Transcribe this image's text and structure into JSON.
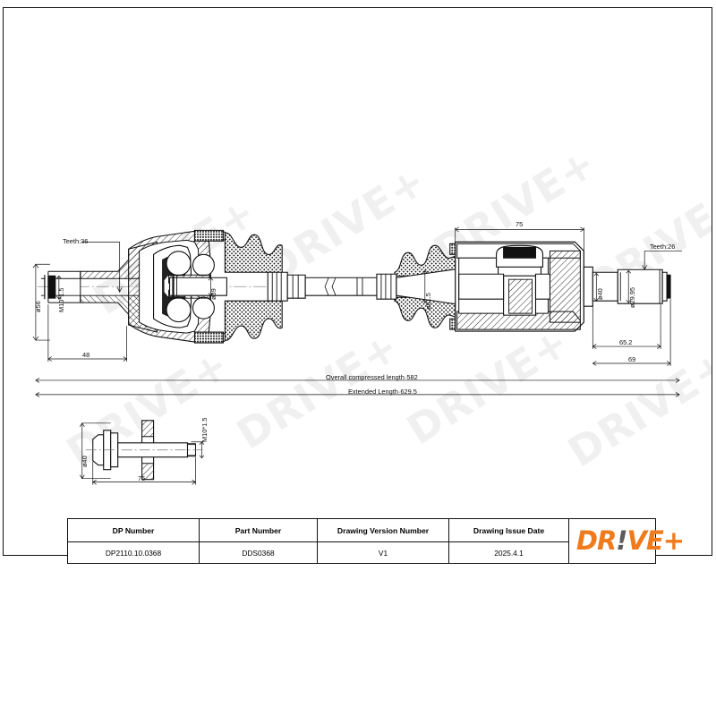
{
  "drawing": {
    "title": "CV joint drive shaft technical drawing",
    "labels": {
      "teeth_left": "Teeth:36",
      "teeth_right": "Teeth:26",
      "dia_56": "ø56",
      "thread_left": "M10*1.5",
      "dim_48": "48",
      "dia_69": "ø69",
      "dia_81_5": "ø81.5",
      "dim_75_joint": "75",
      "dia_40_shaft": "ø40",
      "dia_29_95": "ø29.95",
      "dim_65_2": "65.2",
      "dim_69": "69",
      "overall_compressed": "Overall  compressed  length·582",
      "extended_length": "Extended  Length·629.5",
      "bolt_dia_40": "ø40",
      "bolt_thread": "M10*1.5",
      "bolt_len_75": "75"
    }
  },
  "watermark": {
    "text": "DRIVE+"
  },
  "title_block": {
    "columns": [
      {
        "header": "DP Number",
        "value": "DP2110.10.0368"
      },
      {
        "header": "Part Number",
        "value": "DDS0368"
      },
      {
        "header": "Drawing Version Number",
        "value": "V1"
      },
      {
        "header": "Drawing Issue Date",
        "value": "2025.4.1"
      }
    ],
    "logo": {
      "pre": "DR",
      "bang": "!",
      "post": "VE+",
      "color": "#F07B1D",
      "bang_color": "#5C5C5C"
    }
  }
}
